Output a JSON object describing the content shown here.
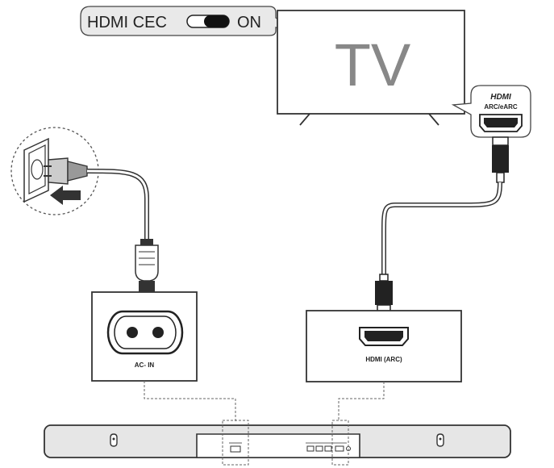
{
  "cec_bubble": {
    "label": "HDMI CEC",
    "state": "ON"
  },
  "tv": {
    "label": "TV"
  },
  "tv_port": {
    "logo": "HDMI",
    "label": "ARC/eARC"
  },
  "ac_panel": {
    "label": "AC- IN"
  },
  "hdmi_panel": {
    "label": "HDMI (ARC)"
  },
  "colors": {
    "line": "#333333",
    "panel_fill": "#ffffff",
    "soundbar_fill": "#e6e6e6",
    "bubble_fill": "#e9e9e9",
    "tv_text": "#888888"
  },
  "icons": [
    "wall-socket-icon",
    "power-plug-icon",
    "insert-arrow-icon",
    "iec-connector-icon",
    "hdmi-plug-icon",
    "hdmi-port-icon",
    "toggle-switch-icon"
  ]
}
